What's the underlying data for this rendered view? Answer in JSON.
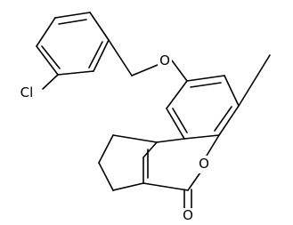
{
  "molecule": {
    "atoms": {
      "chlorine": "Cl",
      "ether_oxygen": "O",
      "ring_oxygen": "O",
      "carbonyl_oxygen": "O"
    }
  },
  "colors": {
    "bond": "#000000",
    "label": "#000000",
    "background": "#ffffff"
  }
}
